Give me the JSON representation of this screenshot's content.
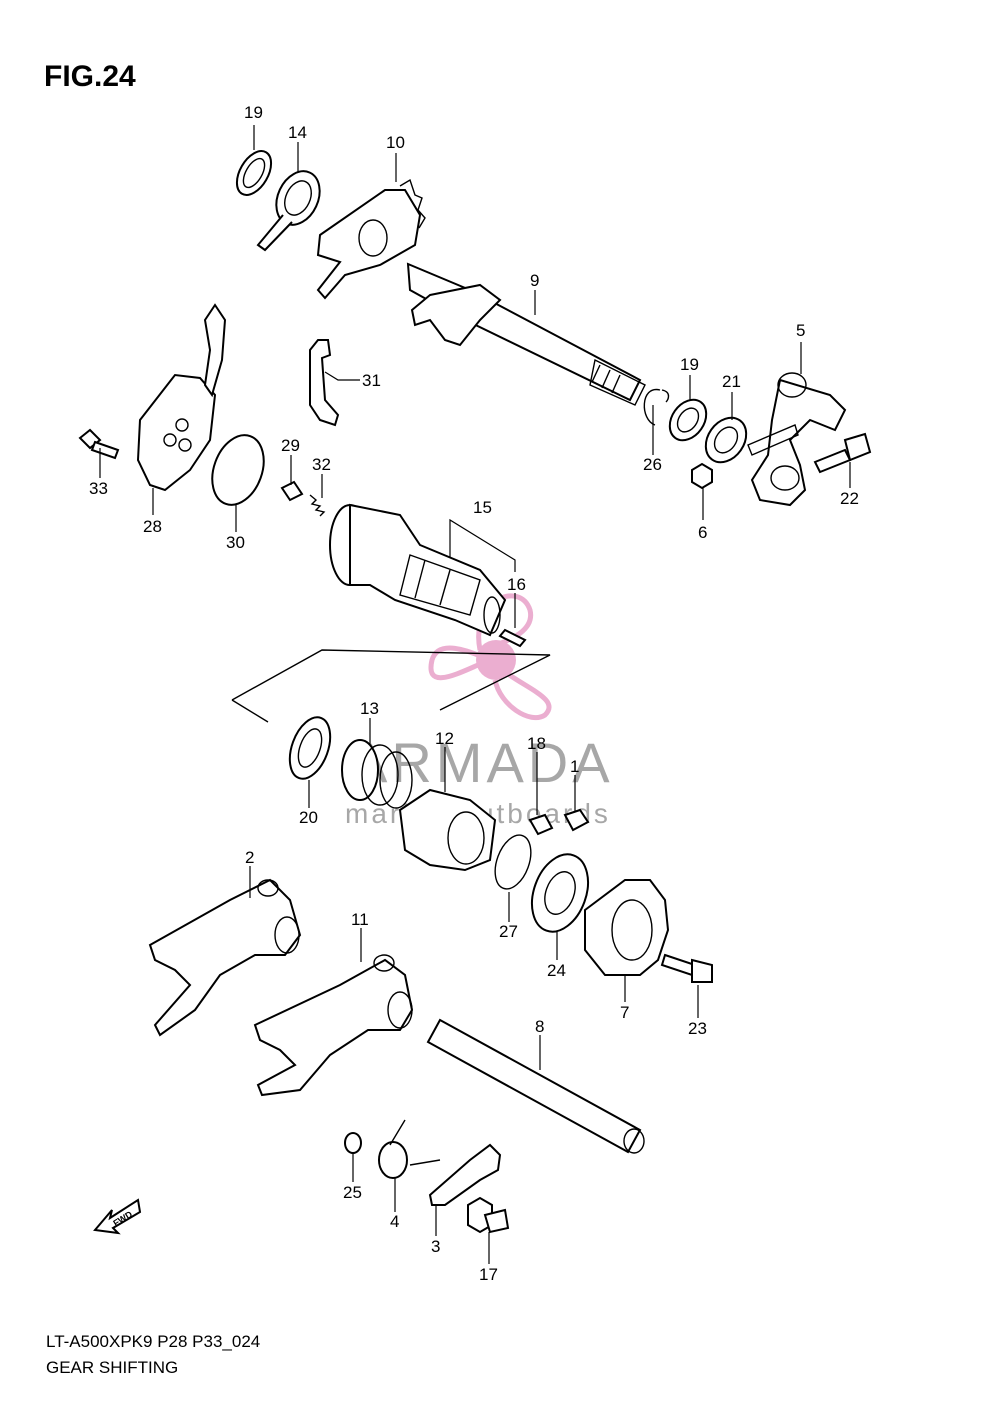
{
  "figure": {
    "title": "FIG.24",
    "model_code": "LT-A500XPK9 P28 P33_024",
    "name": "GEAR SHIFTING"
  },
  "watermark": {
    "brand": "ARMADA",
    "tagline": "marine outboards",
    "brand_color": "#8a8a8a",
    "logo_color": "#e8a0c8"
  },
  "direction_arrow": {
    "label": "FWD"
  },
  "callouts": [
    "19",
    "14",
    "10",
    "9",
    "5",
    "19",
    "21",
    "31",
    "26",
    "6",
    "22",
    "29",
    "32",
    "33",
    "28",
    "30",
    "15",
    "16",
    "13",
    "12",
    "18",
    "1",
    "20",
    "2",
    "11",
    "27",
    "24",
    "7",
    "23",
    "8",
    "25",
    "4",
    "3",
    "17"
  ]
}
